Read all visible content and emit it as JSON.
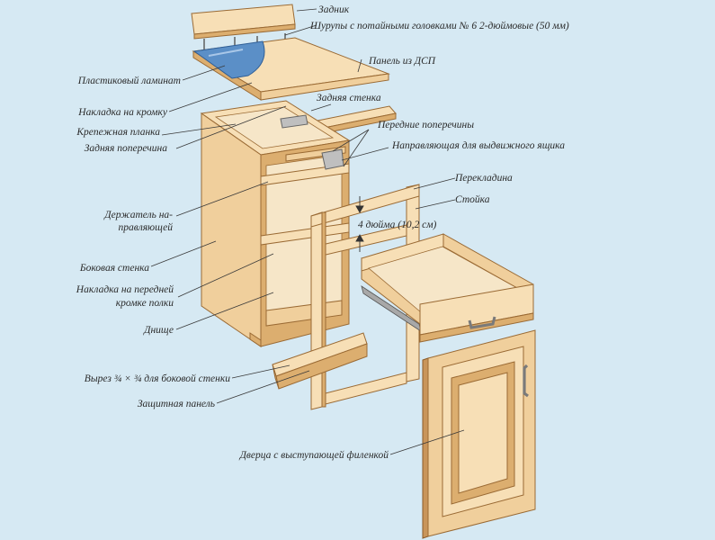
{
  "labels": {
    "back_strip": "Задник",
    "screws": "Шурупы с потайными головками № 6 2-дюймовые (50 мм)",
    "panel": "Панель из ДСП",
    "laminate": "Пластиковый ламинат",
    "edge_trim": "Накладка на кромку",
    "back_wall": "Задняя стенка",
    "mount_strip": "Крепежная планка",
    "front_rails": "Передние поперечины",
    "back_rail": "Задняя поперечина",
    "drawer_slide": "Направляющая для выдвижного ящика",
    "crossbar": "Перекладина",
    "stile": "Стойка",
    "slide_holder_1": "Держатель на-",
    "slide_holder_2": "правляющей",
    "dimension": "4 дюйма (10,2 см)",
    "side_wall": "Боковая стенка",
    "shelf_trim_1": "Накладка на передней",
    "shelf_trim_2": "кромке полки",
    "bottom": "Днище",
    "cutout": "Вырез ¾ × ¾ для боковой стенки",
    "kick_panel": "Защитная панель",
    "door": "Дверца с выступающей филенкой"
  },
  "colors": {
    "background": "#d6e9f3",
    "wood": "#f0cf9c",
    "laminate": "#5b8fc7",
    "hardware": "#8a8a8a"
  }
}
